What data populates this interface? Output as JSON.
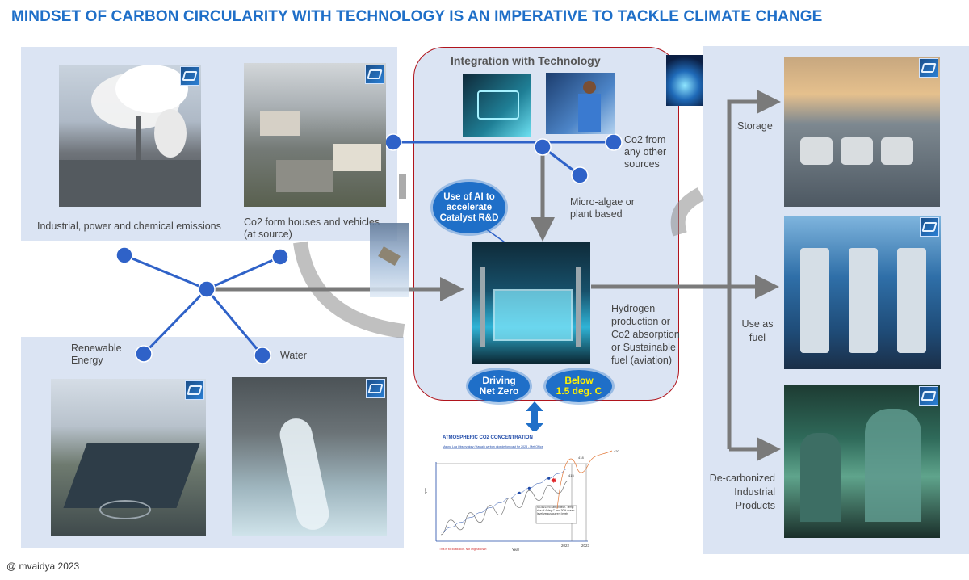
{
  "title": "MINDSET OF CARBON CIRCULARITY WITH TECHNOLOGY IS AN IMPERATIVE TO TACKLE CLIMATE CHANGE",
  "sources": {
    "industrial": "Industrial, power and chemical emissions",
    "houses_line1": "Co2 form houses and vehicles",
    "houses_line2": "(at source)",
    "renewable_line1": "Renewable",
    "renewable_line2": "Energy",
    "water": "Water"
  },
  "center": {
    "heading": "Integration with Technology",
    "co2_other_line1": "Co2 from",
    "co2_other_line2": "any other",
    "co2_other_line3": "sources",
    "algae_line1": "Micro-algae or",
    "algae_line2": "plant based",
    "ai_line1": "Use of AI to",
    "ai_line2": "accelerate",
    "ai_line3": "Catalyst R&D",
    "process_line1": "Hydrogen",
    "process_line2": "production or",
    "process_line3": "Co2 absorption",
    "process_line4": "or Sustainable",
    "process_line5": "fuel (aviation)",
    "netzero_line1": "Driving",
    "netzero_line2": "Net Zero",
    "below_line1": "Below",
    "below_line2": "1.5 deg. C"
  },
  "outputs": {
    "storage": "Storage",
    "fuel_line1": "Use as",
    "fuel_line2": "fuel",
    "products_line1": "De-carbonized",
    "products_line2": "Industrial",
    "products_line3": "Products"
  },
  "footer": "@ mvaidya 2023",
  "chart_data": {
    "type": "line",
    "title": "ATMOSPHERIC CO2 CONCENTRATION",
    "subtitle": "Mauna Loa Observatory (Hawaii) carbon dioxide forecast for 2023 - Met Office",
    "xlabel": "Year",
    "ylabel": "ppm",
    "x_ticks": [
      "2022",
      "2023"
    ],
    "annotations": [
      "418",
      "420",
      "415",
      "No-till/Zero carbon tech. Temp rise of 4 deg C and 30 ft ocean level versus current levels"
    ],
    "footnote": "This is for illustration. Not original chart",
    "series": [
      {
        "values": [
          380,
          392,
          384,
          398,
          390,
          404,
          396,
          410,
          402,
          416,
          408,
          420,
          414,
          424
        ]
      },
      {
        "values": [
          382,
          386,
          390,
          394,
          398,
          402,
          406,
          410,
          414,
          418,
          422,
          426,
          430,
          434
        ]
      }
    ],
    "colors": {
      "seasonal": "#777777",
      "trend": "#1f4aa8",
      "forecast": "#e2793a",
      "marker": "#e0262a"
    }
  }
}
